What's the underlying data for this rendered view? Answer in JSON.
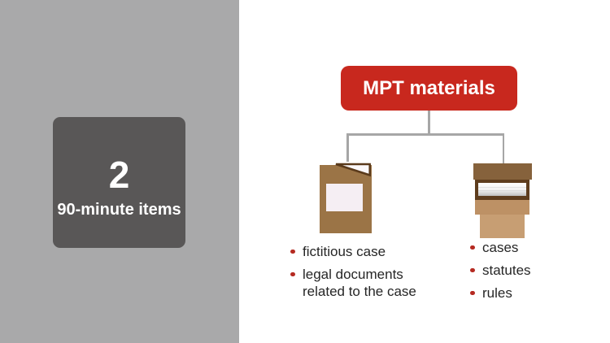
{
  "slide": {
    "left_panel": {
      "card": {
        "number": "2",
        "label": "90-minute items"
      }
    },
    "diagram": {
      "root": {
        "label": "MPT materials"
      },
      "branches": [
        {
          "icon": "folder-with-document-icon",
          "items": [
            "fictitious case",
            "legal documents related to the case"
          ]
        },
        {
          "icon": "box-of-papers-icon",
          "items": [
            "cases",
            "statutes",
            "rules"
          ]
        }
      ]
    },
    "colors": {
      "left_panel_bg": "#a9a9aa",
      "card_bg": "#595757",
      "card_text": "#ffffff",
      "root_node_red": "#c8281e",
      "bullet_red": "#b52a21",
      "connector_gray": "#a6a6a6",
      "body_text": "#262626",
      "folder_brown": "#9b7446",
      "folder_edge_dark_brown": "#5a3a1b",
      "folder_paper": "#f5eef3",
      "box_lid_brown": "#86623c",
      "box_frame_dark_brown": "#5e3d1e",
      "box_body_tan_upper": "#bd9165",
      "box_body_tan_lower": "#c79e73"
    }
  }
}
